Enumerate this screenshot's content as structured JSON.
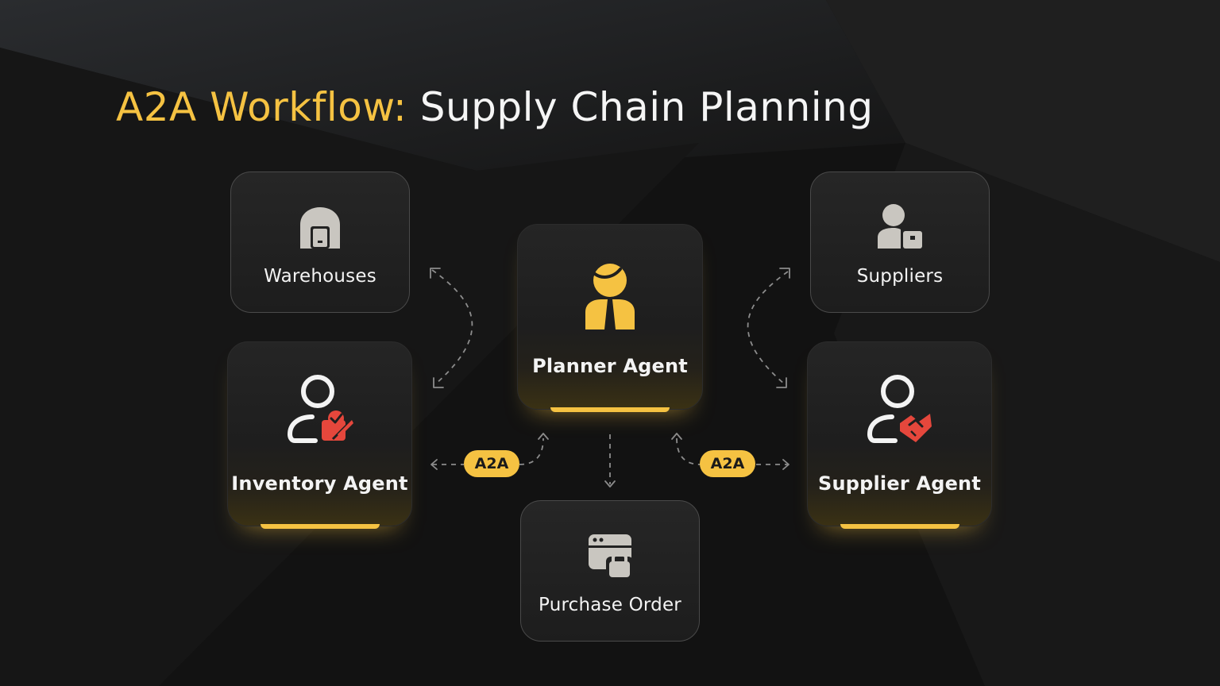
{
  "title": {
    "accent": "A2A Workflow:",
    "main": "Supply Chain Planning"
  },
  "colors": {
    "accent": "#f5c242",
    "background": "#111111",
    "card": "#222222",
    "alert_red": "#e5473c",
    "icon_gray": "#c9c6c0"
  },
  "nodes": {
    "warehouses": {
      "label": "Warehouses",
      "icon": "warehouse-icon"
    },
    "suppliers": {
      "label": "Suppliers",
      "icon": "supplier-person-icon"
    },
    "planner": {
      "label": "Planner Agent",
      "icon": "planner-agent-icon"
    },
    "inventory": {
      "label": "Inventory Agent",
      "icon": "inventory-agent-icon"
    },
    "supplier_agent": {
      "label": "Supplier Agent",
      "icon": "handshake-agent-icon"
    },
    "purchase_order": {
      "label": "Purchase Order",
      "icon": "locked-browser-icon"
    }
  },
  "edges": {
    "left_label": "A2A",
    "right_label": "A2A"
  }
}
